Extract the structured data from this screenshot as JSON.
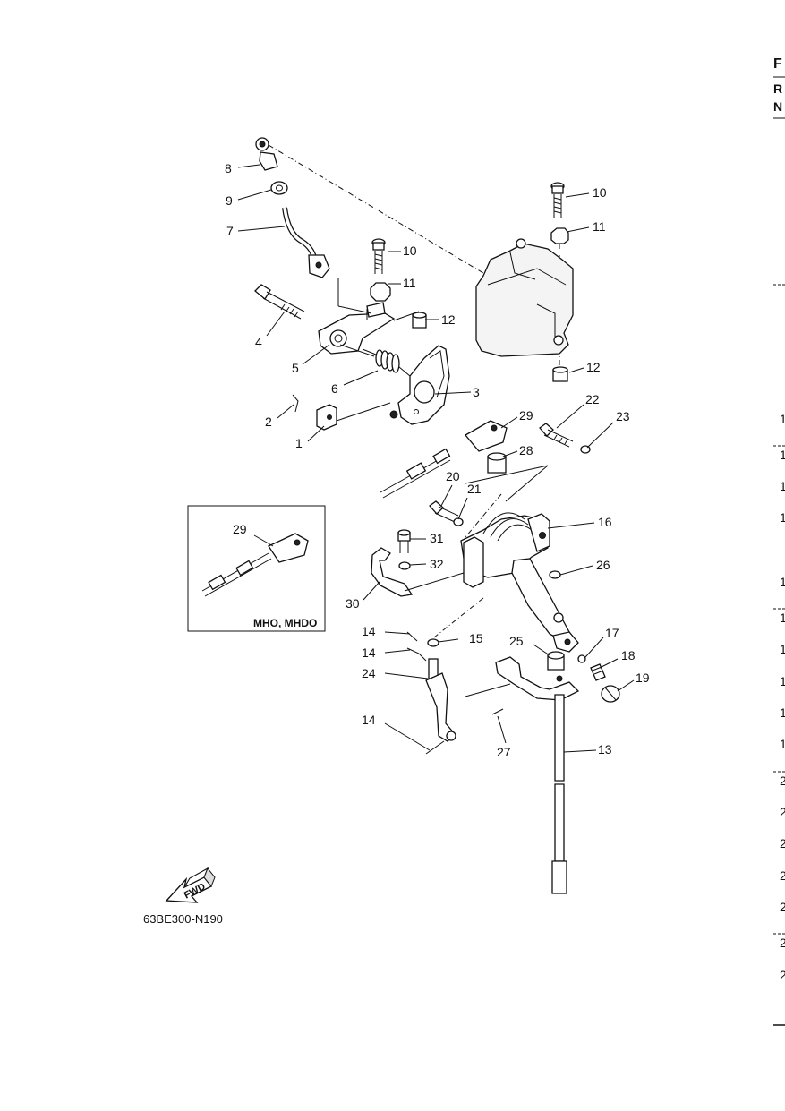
{
  "diagram_code": "63BE300-N190",
  "inset_caption": "MHO, MHDO",
  "fwd_text": "FWD",
  "edge_letters": [
    "F",
    "R",
    "N"
  ],
  "edge_digits": [
    "1",
    "1",
    "1",
    "1",
    "1",
    "1",
    "1",
    "1",
    "1",
    "1",
    "2",
    "2",
    "2",
    "2",
    "2",
    "2",
    "2"
  ],
  "callouts": [
    "1",
    "2",
    "3",
    "4",
    "5",
    "6",
    "7",
    "8",
    "9",
    "10",
    "10",
    "11",
    "11",
    "12",
    "12",
    "13",
    "14",
    "14",
    "14",
    "15",
    "16",
    "17",
    "18",
    "19",
    "20",
    "21",
    "22",
    "23",
    "24",
    "25",
    "26",
    "27",
    "28",
    "29",
    "29",
    "30",
    "31",
    "32"
  ]
}
